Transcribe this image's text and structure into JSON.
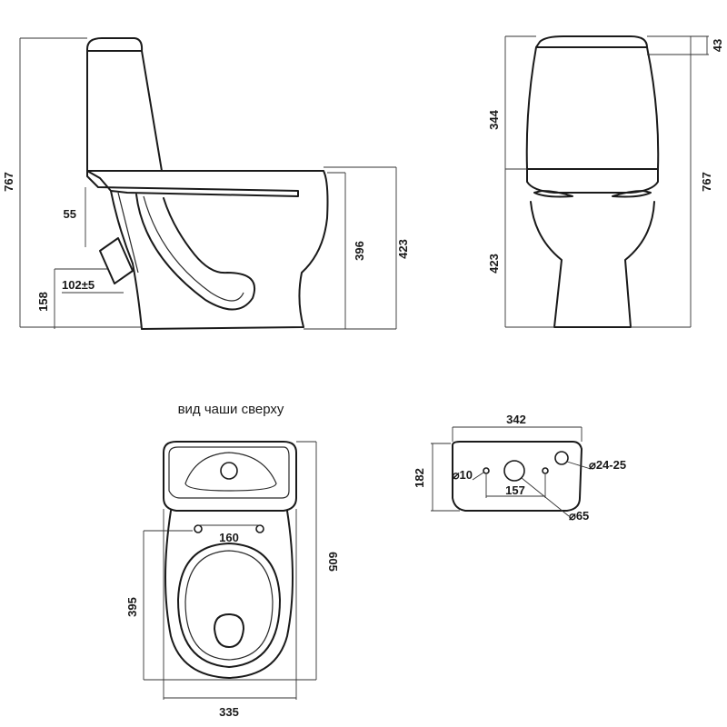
{
  "side_view": {
    "dims": {
      "overall_height": "767",
      "outlet_offset": "55",
      "outlet_size": "102±5",
      "outlet_height": "158",
      "bowl_height": "396",
      "seat_height": "423"
    }
  },
  "front_view": {
    "dims": {
      "lid_thickness": "43",
      "tank_height": "344",
      "bowl_height": "423",
      "overall_height": "767"
    }
  },
  "top_view": {
    "caption": "вид чаши сверху",
    "dims": {
      "bolt_spacing": "160",
      "bowl_length": "395",
      "total_length": "605",
      "width": "335"
    }
  },
  "tank_view": {
    "dims": {
      "width": "342",
      "depth": "182",
      "small_hole_dia": "⌀10",
      "hole_spacing": "157",
      "inlet_dia": "⌀24-25",
      "drain_dia": "⌀65"
    }
  }
}
